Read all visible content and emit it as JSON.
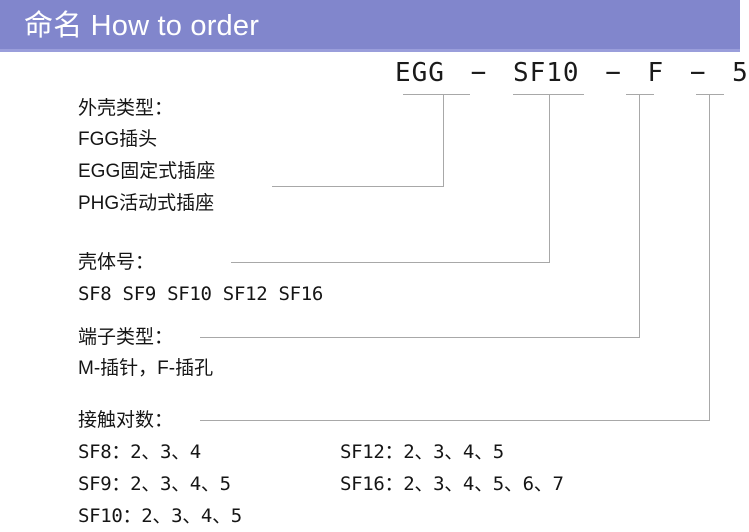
{
  "header": {
    "title": "命名 How to order",
    "bar_color": "#8186cc",
    "title_color": "#ffffff"
  },
  "part_number": {
    "separator": "−",
    "segments": [
      {
        "key": "shell_type",
        "value": "EGG"
      },
      {
        "key": "shell_size",
        "value": "SF10"
      },
      {
        "key": "terminal_type",
        "value": "F"
      },
      {
        "key": "contact_count",
        "value": "5"
      }
    ]
  },
  "sections": [
    {
      "key": "shell_type",
      "heading": "外壳类型：",
      "lines": [
        "FGG插头",
        "EGG固定式插座",
        "PHG活动式插座"
      ]
    },
    {
      "key": "shell_size",
      "heading": "壳体号：",
      "lines": [
        "SF8 SF9 SF10 SF12 SF16"
      ]
    },
    {
      "key": "terminal_type",
      "heading": "端子类型：",
      "lines": [
        "M-插针，F-插孔"
      ]
    },
    {
      "key": "contact_count",
      "heading": "接触对数：",
      "columns": {
        "left": [
          "SF8：2、3、4",
          "SF9：2、3、4、5",
          "SF10：2、3、4、5"
        ],
        "right": [
          "SF12：2、3、4、5",
          "SF16：2、3、4、5、6、7"
        ]
      }
    }
  ],
  "line_color": "#a8a8a8"
}
